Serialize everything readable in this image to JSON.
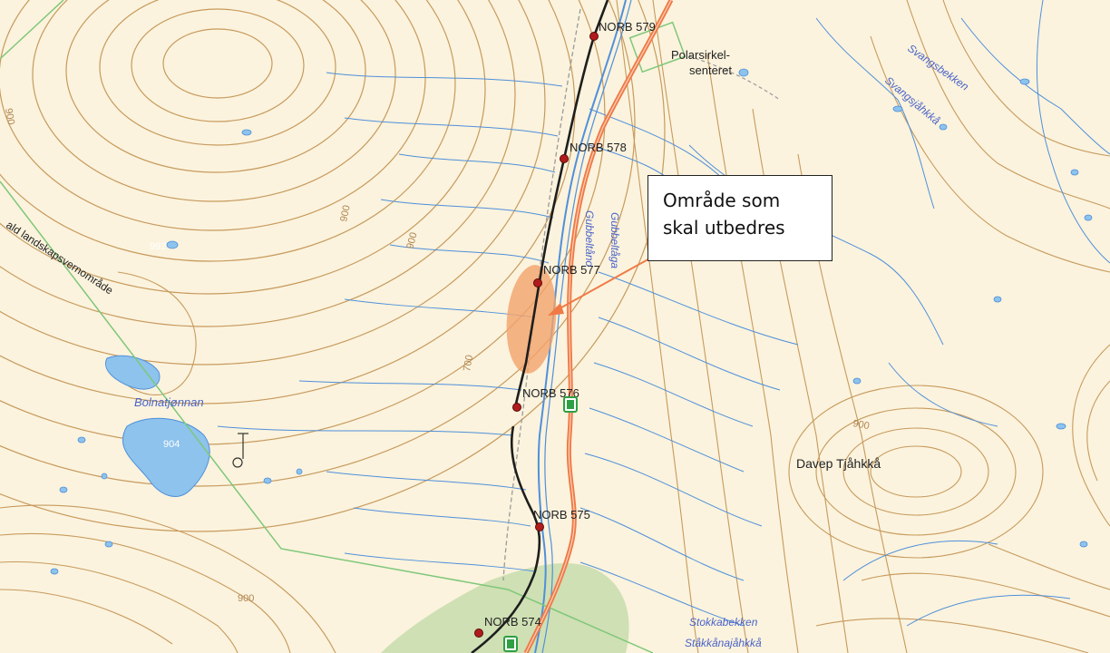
{
  "map": {
    "colors": {
      "background": "#fbf3dd",
      "contour": "#c79a5e",
      "water": "#4f8fdc",
      "water_fill": "#8dc3ec",
      "road": "#f07a46",
      "railway": "#1e1e1e",
      "boundary": "#7fc77a",
      "highlight": "#f2a26b",
      "forest": "#cfe0b4",
      "label_water": "#4a63c9",
      "label_text": "#222222"
    },
    "callout": {
      "line1": "Område som",
      "line2": "skal utbedres"
    },
    "markers": [
      {
        "id": "norb579",
        "label": "NORB 579"
      },
      {
        "id": "norb578",
        "label": "NORB 578"
      },
      {
        "id": "norb577",
        "label": "NORB 577"
      },
      {
        "id": "norb576",
        "label": "NORB 576"
      },
      {
        "id": "norb575",
        "label": "NORB 575"
      },
      {
        "id": "norb574",
        "label": "NORB 574"
      }
    ],
    "place_names": {
      "polarsirkel_line1": "Polarsirkel-",
      "polarsirkel_line2": "senteret",
      "davep": "Davep Tjåhkkå",
      "landskap": "ald landskapsvernområde"
    },
    "water_names": {
      "bolnatjonnan": "Bolnatjønnan",
      "svangsbekken": "Svangsbekken",
      "svangsjahkka": "Svangsjåhkkå",
      "gubbeltaga": "Gubbeltåga",
      "gubbeltano": "Gubbeltåno",
      "stokkabekken": "Stokkabekken",
      "stakkanajahkka": "Ståkkånajåhkkå"
    },
    "elevations": {
      "e992": "992",
      "e904": "904",
      "e900_a": "900",
      "e900_b": "900",
      "e900_c": "900",
      "e900_d": "900",
      "e900_e": "900",
      "e700": "700"
    },
    "icons": {
      "road_shield": "road-shield-icon",
      "memorial": "memorial-icon"
    }
  }
}
